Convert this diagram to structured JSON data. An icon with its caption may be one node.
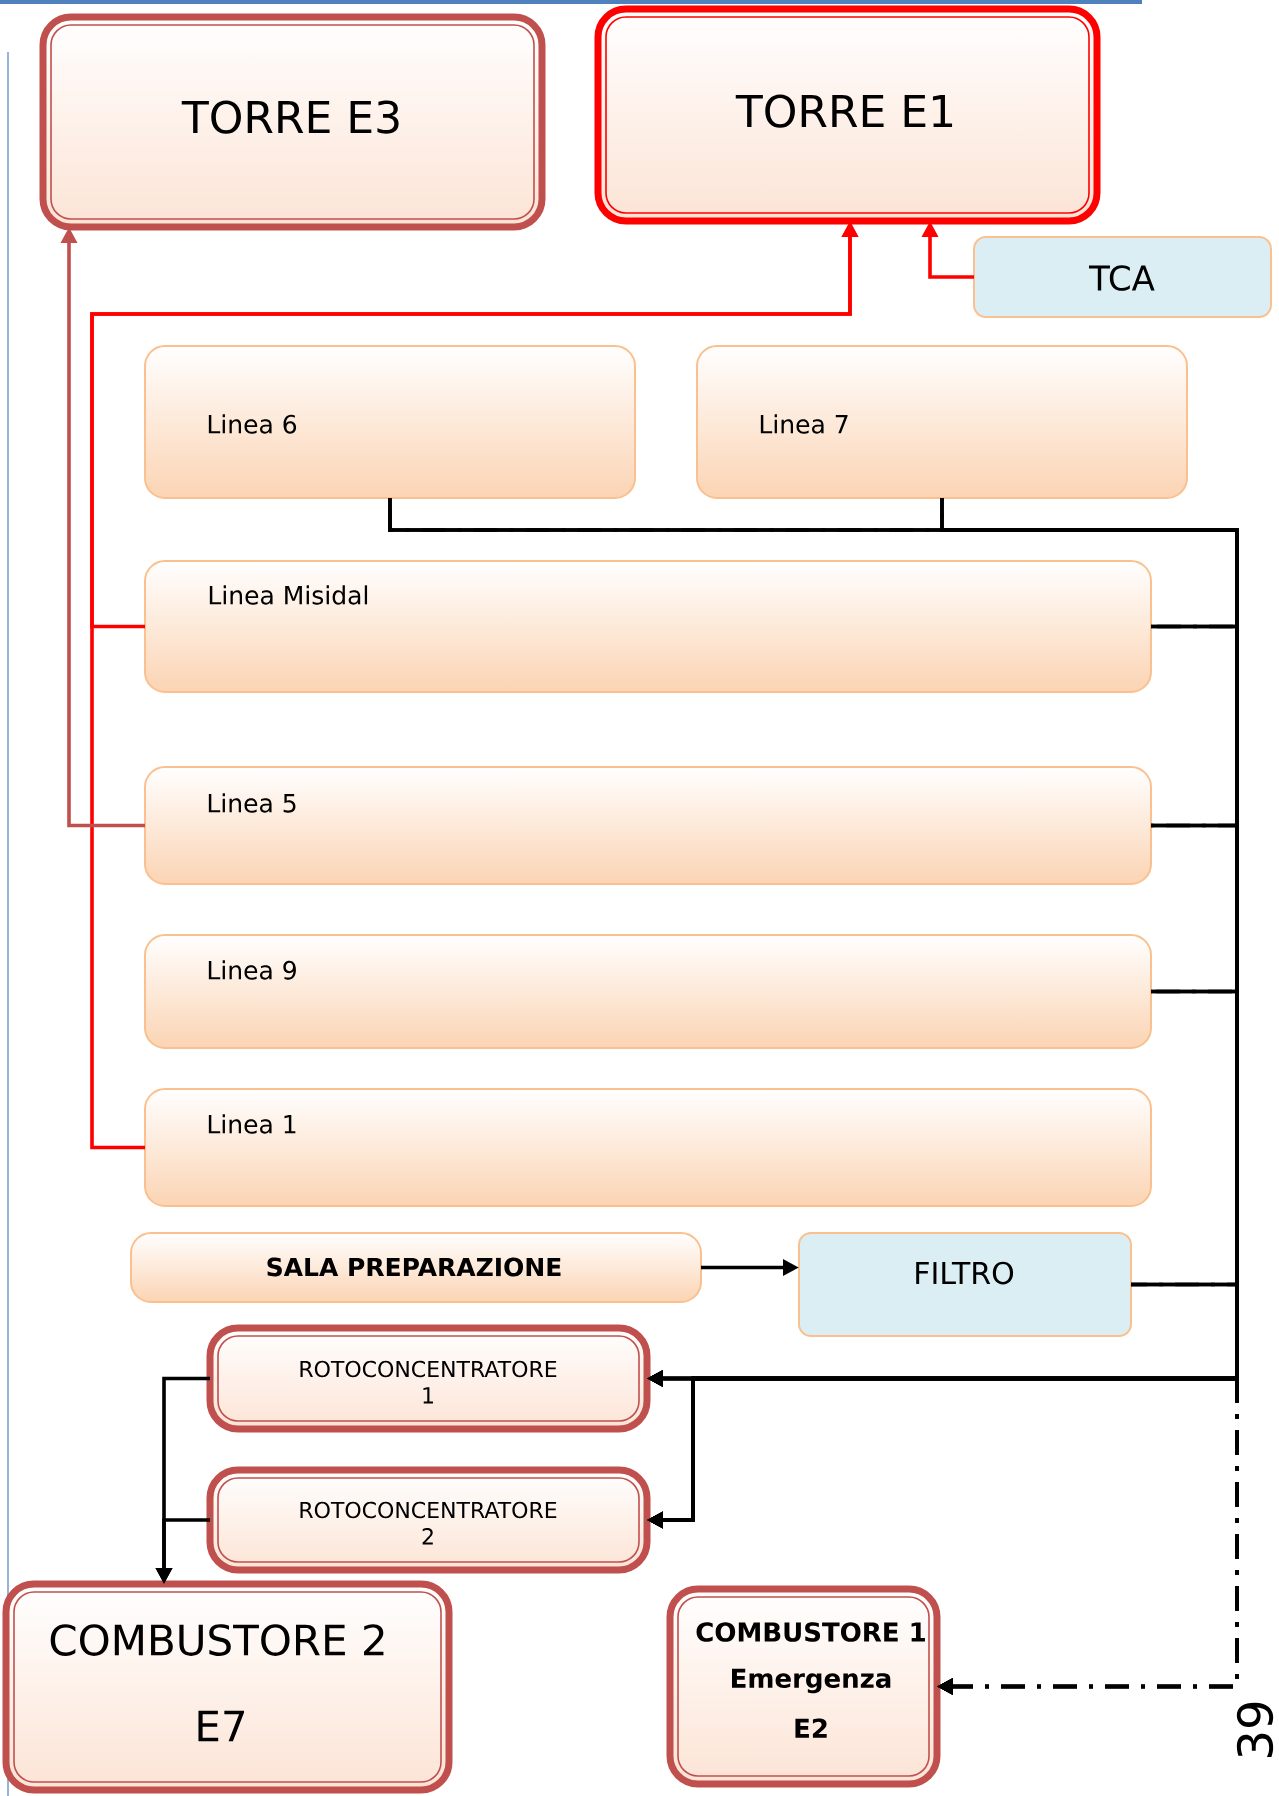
{
  "diagram": {
    "nodes": [
      {
        "text": [
          "TORRE E3"
        ]
      },
      {
        "text": [
          "TORRE E1"
        ]
      },
      {
        "text": [
          "TCA"
        ]
      },
      {
        "text": [
          "Linea 6"
        ]
      },
      {
        "text": [
          "Linea 7"
        ]
      },
      {
        "text": [
          "Linea Misidal"
        ]
      },
      {
        "text": [
          "Linea 5"
        ]
      },
      {
        "text": [
          "Linea 9"
        ]
      },
      {
        "text": [
          "Linea 1"
        ]
      },
      {
        "text": [
          "SALA PREPARAZIONE"
        ]
      },
      {
        "text": [
          "FILTRO"
        ]
      },
      {
        "text": [
          "ROTOCONCENTRATORE 1"
        ]
      },
      {
        "text": [
          "ROTOCONCENTRATORE 2"
        ]
      },
      {
        "text": [
          "COMBUSTORE 2",
          "E7"
        ]
      },
      {
        "text": [
          "COMBUSTORE 1",
          "Emergenza",
          "E2"
        ]
      }
    ],
    "edges": [
      {
        "from": 5,
        "to": 1,
        "arrow": "to",
        "color": "#ff0000"
      },
      {
        "from": 8,
        "to": 1,
        "arrow": "to",
        "color": "#ff0000"
      },
      {
        "from": 6,
        "to": 0,
        "arrow": "to",
        "color": "#c0504d"
      },
      {
        "from": 2,
        "to": 1,
        "arrow": "to",
        "color": "#ff0000"
      },
      {
        "from": 3,
        "to": 11,
        "arrow": "to"
      },
      {
        "from": 3,
        "to": 12,
        "arrow": "to"
      },
      {
        "from": 4,
        "to": 11,
        "arrow": "to"
      },
      {
        "from": 4,
        "to": 12,
        "arrow": "to"
      },
      {
        "from": 5,
        "to": 11,
        "arrow": "to"
      },
      {
        "from": 5,
        "to": 12,
        "arrow": "to"
      },
      {
        "from": 6,
        "to": 11,
        "arrow": "to"
      },
      {
        "from": 6,
        "to": 12,
        "arrow": "to"
      },
      {
        "from": 7,
        "to": 11,
        "arrow": "to"
      },
      {
        "from": 7,
        "to": 12,
        "arrow": "to"
      },
      {
        "from": 10,
        "to": 11,
        "arrow": "to"
      },
      {
        "from": 10,
        "to": 12,
        "arrow": "to"
      },
      {
        "from": 3,
        "to": 14,
        "arrow": "to",
        "style": "dashed"
      },
      {
        "from": 4,
        "to": 14,
        "arrow": "to",
        "style": "dashed"
      },
      {
        "from": 5,
        "to": 14,
        "arrow": "to",
        "style": "dashed"
      },
      {
        "from": 6,
        "to": 14,
        "arrow": "to",
        "style": "dashed"
      },
      {
        "from": 7,
        "to": 14,
        "arrow": "to",
        "style": "dashed"
      },
      {
        "from": 10,
        "to": 14,
        "arrow": "to",
        "style": "dashed"
      },
      {
        "from": 9,
        "to": 10,
        "arrow": "to"
      },
      {
        "from": 11,
        "to": 13,
        "arrow": "to"
      },
      {
        "from": 12,
        "to": 13,
        "arrow": "to"
      }
    ],
    "labels": [
      "39"
    ]
  }
}
